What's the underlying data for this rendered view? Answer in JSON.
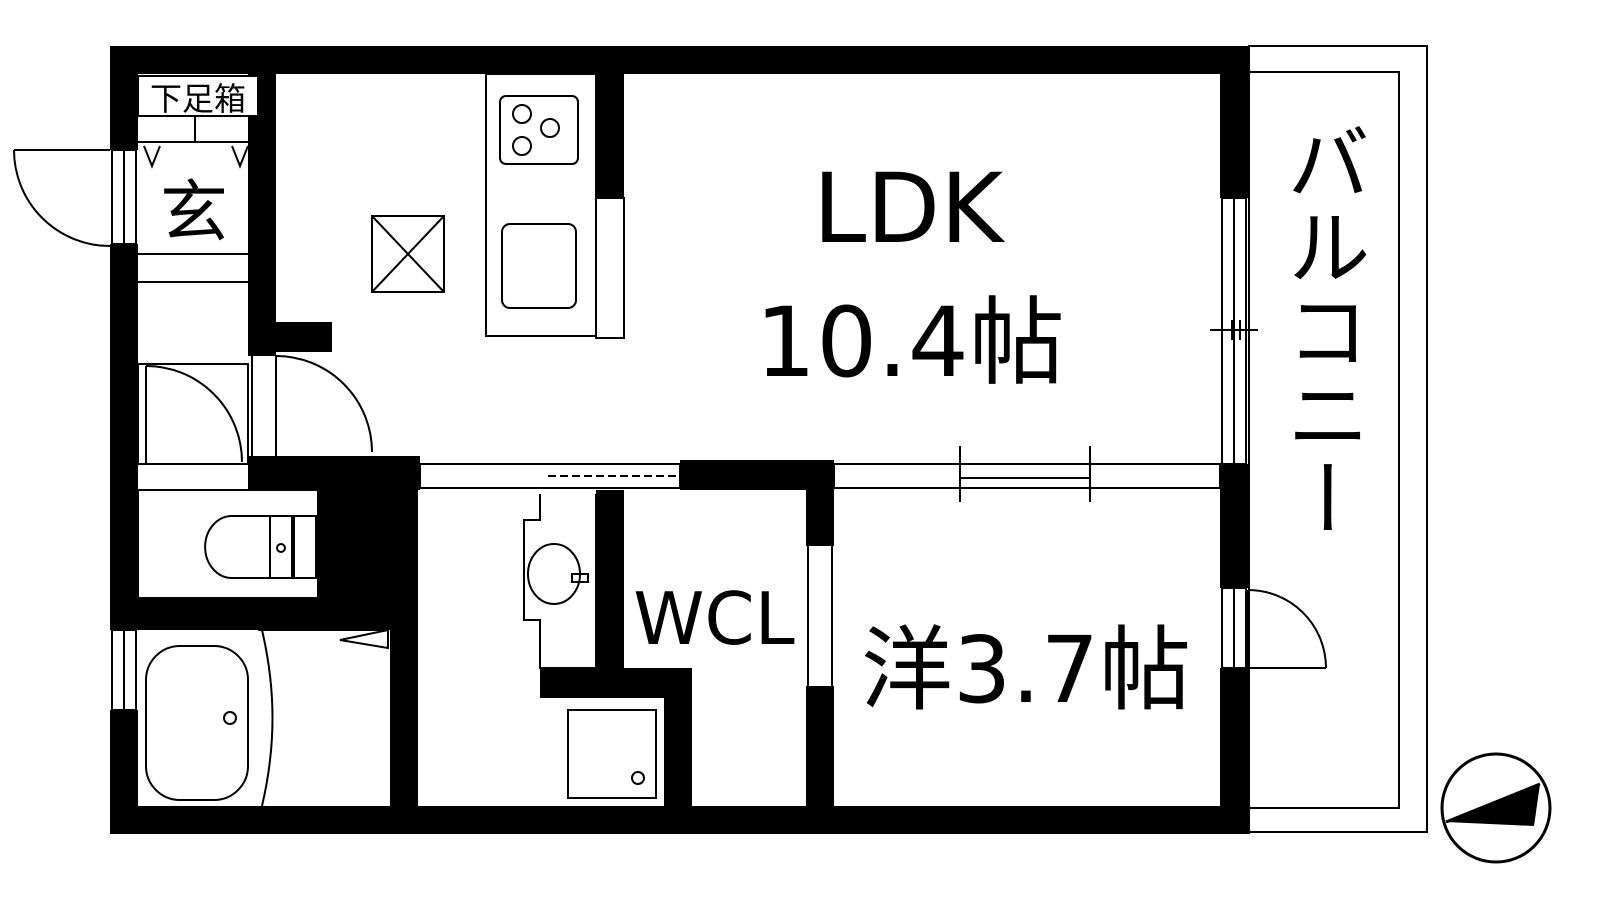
{
  "plan": {
    "shoe_box_label": "下足箱",
    "entrance_label": "玄",
    "ldk": {
      "name": "LDK",
      "size": "10.4帖"
    },
    "western_room": {
      "label": "洋3.7帖"
    },
    "walk_in_closet_label": "WCL",
    "balcony_label": "バルコニー"
  },
  "colors": {
    "wall": "#000000",
    "background": "#ffffff"
  }
}
